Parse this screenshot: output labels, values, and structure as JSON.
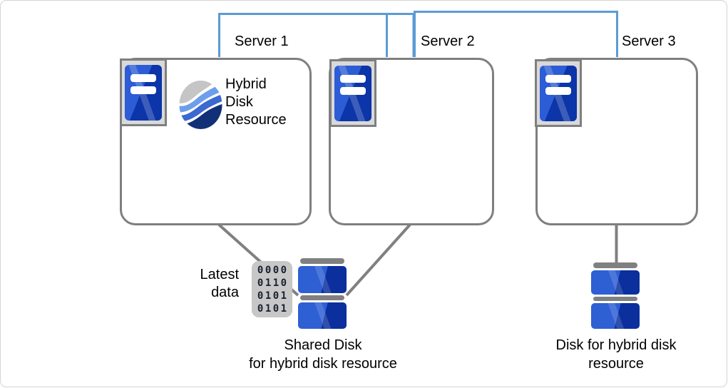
{
  "servers": [
    {
      "label": "Server 1"
    },
    {
      "label": "Server 2"
    },
    {
      "label": "Server 3"
    }
  ],
  "hybrid_resource": {
    "lines": [
      "Hybrid",
      "Disk",
      "Resource"
    ]
  },
  "latest_data": {
    "lines": [
      "Latest",
      "data"
    ]
  },
  "binary_icon": {
    "rows": [
      "0000",
      "0110",
      "0101",
      "0101"
    ]
  },
  "shared_disk": {
    "caption_lines": [
      "Shared Disk",
      "for hybrid disk resource"
    ]
  },
  "hybrid_disk": {
    "caption_lines": [
      "Disk for hybrid disk",
      "resource"
    ]
  },
  "colors": {
    "network_line": "#5b9bd5",
    "connector_gray": "#808080",
    "box_border": "#7f7f7f",
    "icon_frame_bg": "#d9d9d9",
    "server_blue_light": "#2c5cd6",
    "server_blue_dark": "#0b35a8",
    "disk_blue_light": "#2e5fd3",
    "disk_blue_dark": "#0c2f9e",
    "logo_gray": "#c5c5c5",
    "logo_light_blue": "#6d9eeb",
    "logo_mid_blue": "#3b68d1",
    "logo_navy": "#123077",
    "binary_bg": "#c7c7c7",
    "text": "#000000"
  }
}
